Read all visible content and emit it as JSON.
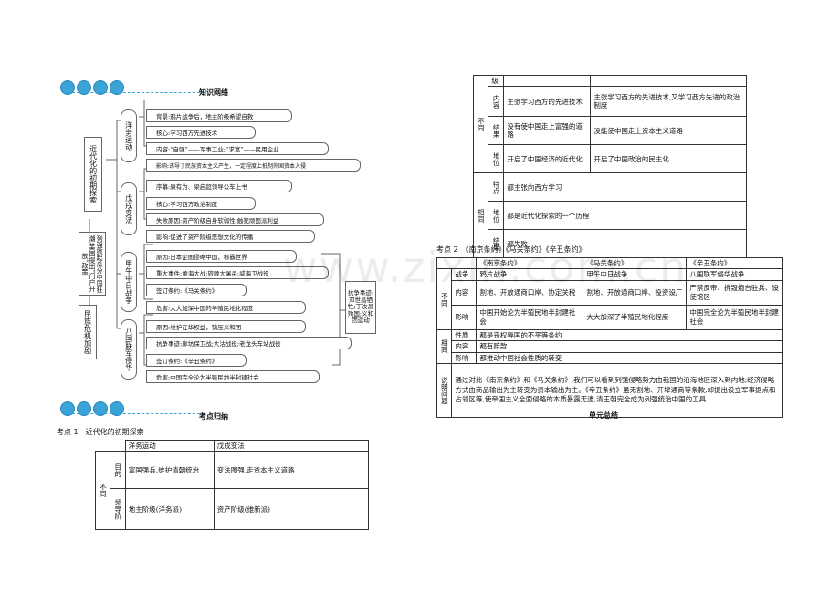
{
  "banner1": {
    "title": "知识网络"
  },
  "banner2": {
    "title": "考点归纳"
  },
  "network": {
    "root": "近代化的初期探索",
    "left_box1": "列强掀起瓜分中国狂潮;美国提出“门户开放”政策",
    "left_box2": "民族危机加剧",
    "right_box": "抗争事迹:邓世昌牺牲;丁汝昌殉国;义和团运动",
    "branches": [
      {
        "label": "洋务运动",
        "items": [
          "背景:鸦片战争后，地主阶级希望自救",
          "核心:学习西方先进技术",
          "内容:“自强”——军事工业;“求富”——民用企业",
          "影响:诱导了民族资本主义产生，一定程度上抵制外国资本入侵"
        ]
      },
      {
        "label": "戊戌变法",
        "items": [
          "序幕:康有为、梁启超领导公车上书",
          "核心:学习西方政治制度",
          "失败原因:资产阶级自身软弱性;触犯顽固派利益",
          "影响:促进了资产阶级思想文化的传播"
        ]
      },
      {
        "label": "甲午中日战争",
        "items": [
          "原因:日本企图侵略中国，称霸世界",
          "重大事件:黄海大战;旅顺大屠杀;威海卫战役",
          "签订条约:《马关条约》",
          "危害:大大加深中国的半殖民地化程度"
        ]
      },
      {
        "label": "八国联军侵华",
        "items": [
          "原因:维护在华权益，镇压义和团",
          "抗争事迹:廊坊保卫战;大沽战役;老龙头车站战役",
          "签订条约:《辛丑条约》",
          "危害:中国完全沦为半殖民地半封建社会"
        ]
      }
    ]
  },
  "kaodian1": {
    "title": "考点 1　近代化的初期探索",
    "headers": [
      "洋务运动",
      "戊戌变法"
    ],
    "group": "不同",
    "rows": [
      {
        "label": "目的",
        "a": "富国强兵,维护清朝统治",
        "b": "变法图强,走资本主义道路"
      },
      {
        "label": "领导阶",
        "a": "地主阶级(洋务派)",
        "b": "资产阶级(维新派)"
      }
    ]
  },
  "kaodian1_cont": {
    "group_diff": "不同",
    "group_same": "相同",
    "rows": [
      {
        "label": "级",
        "a": "",
        "b": ""
      },
      {
        "label": "内容",
        "a": "主张学习西方的先进技术",
        "b": "主张学习西方的先进技术,又学习西方先进的政治制度"
      },
      {
        "label": "结果",
        "a": "没有使中国走上富强的道路",
        "b": "没能使中国走上资本主义道路"
      },
      {
        "label": "地位",
        "a": "开启了中国经济的近代化",
        "b": "开启了中国政治的民主化"
      }
    ],
    "same_rows": [
      {
        "label": "特点",
        "v": "都主张向西方学习"
      },
      {
        "label": "地位",
        "v": "都是近代化探索的一个历程"
      },
      {
        "label": "结果",
        "v": "都失败"
      }
    ]
  },
  "kaodian2": {
    "title": "考点 2　《南京条约》《马关条约》《辛丑条约》",
    "headers": [
      "《南京条约》",
      "《马关条约》",
      "《辛丑条约》"
    ],
    "group_diff": "不同",
    "diff_rows": [
      {
        "label": "战争",
        "a": "鸦片战争",
        "b": "甲午中日战争",
        "c": "八国联军侵华战争"
      },
      {
        "label": "内容",
        "a": "割地、开放通商口岸、协定关税",
        "b": "割地、开放通商口岸、投资设厂",
        "c": "严禁反帝、拆毁炮台驻兵、设使馆区"
      },
      {
        "label": "影响",
        "a": "中国开始沦为半殖民地半封建社会",
        "b": "大大加深了半殖民地化程度",
        "c": "中国完全沦为半殖民地半封建社会"
      }
    ],
    "group_same": "相同",
    "same_rows": [
      {
        "label": "性质",
        "v": "都是丧权辱国的不平等条约"
      },
      {
        "label": "内容",
        "v": "都有赔款"
      },
      {
        "label": "影响",
        "v": "都推动中国社会性质的转变"
      }
    ],
    "note_label": "说明问题",
    "note": "通过对比《南京条约》和《马关条约》,我们可以看到列强侵略势力由我国的沿海地区深入到内地;经济侵略方式由商品输出为主转变为资本输出为主。《辛丑条约》虽无割地、开埠通商等条款,却提出设立军事据点和占领区等,使帝国主义全面侵略的本质暴露无遗,清王朝完全成为列强统治中国的工具"
  },
  "footer": {
    "title": "单元总结"
  },
  "watermark": "www.zixin.com.cn",
  "colors": {
    "accent": "#3aa3d8",
    "line": "#333333"
  }
}
